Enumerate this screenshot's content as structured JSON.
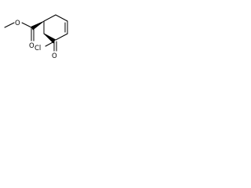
{
  "molecule": {
    "atoms": {
      "ester_o_double": "O",
      "ester_o_single": "O",
      "acyl_o": "O",
      "acyl_cl": "Cl"
    }
  }
}
